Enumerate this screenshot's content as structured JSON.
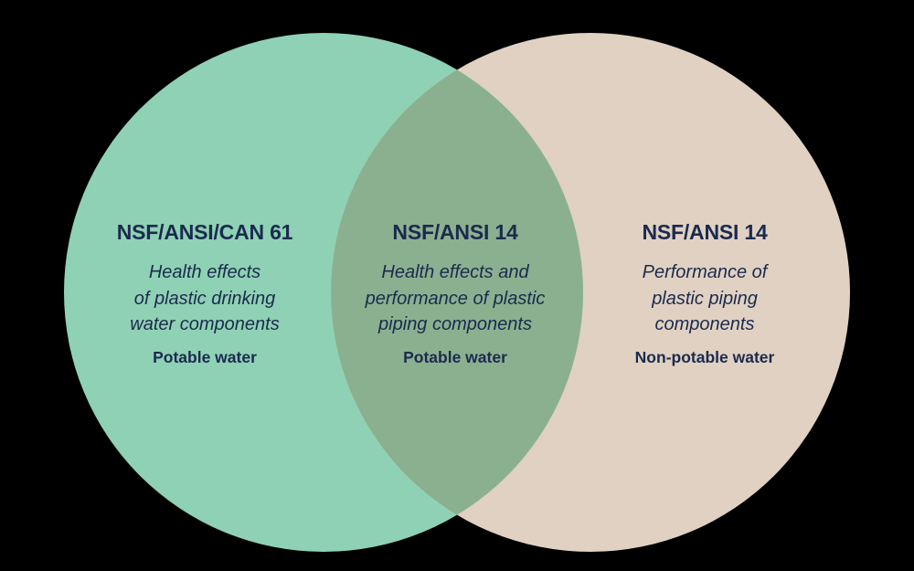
{
  "colors": {
    "background": "#000000",
    "left_circle": "#8fd1b4",
    "right_circle": "#e0d1c2",
    "overlap": "#8bb08f",
    "text": "#1b2a4e"
  },
  "diagram": {
    "type": "venn",
    "regions": {
      "left": {
        "title": "NSF/ANSI/CAN 61",
        "description_lines": [
          "Health effects",
          "of plastic drinking",
          "water components"
        ],
        "scope": "Potable water"
      },
      "overlap": {
        "title": "NSF/ANSI 14",
        "description_lines": [
          "Health effects and",
          "performance of plastic",
          "piping components"
        ],
        "scope": "Potable water"
      },
      "right": {
        "title": "NSF/ANSI 14",
        "description_lines": [
          "Performance of",
          "plastic piping",
          "components"
        ],
        "scope": "Non-potable water"
      }
    }
  }
}
